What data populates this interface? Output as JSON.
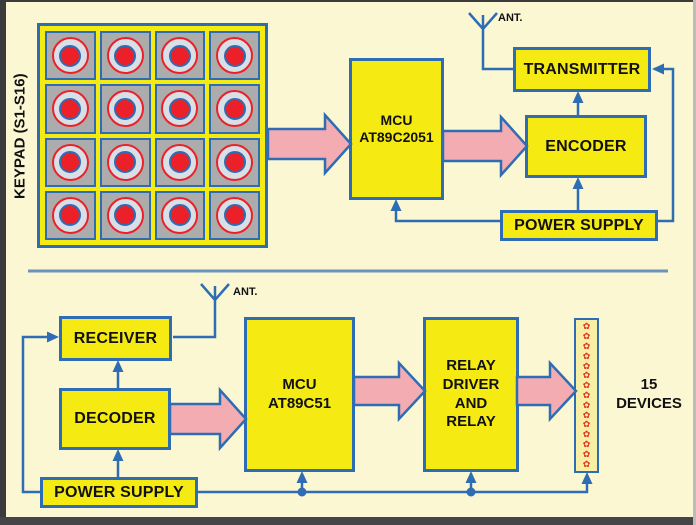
{
  "colors": {
    "background": "#FBF7D2",
    "block_fill": "#F5EB13",
    "block_border": "#2E6DB4",
    "wire_blue": "#2E6DB4",
    "divider_blue": "#6C93B8",
    "flow_arrow_pink": "#F2ACB2",
    "key_red": "#EC2028",
    "key_gray": "#ACACAC",
    "device_glyph_red": "#E03020"
  },
  "transmitter_section": {
    "keypad": {
      "label": "KEYPAD (S1-S16)",
      "rows": 4,
      "cols": 4
    },
    "antenna_label": "ANT.",
    "mcu": {
      "line1": "MCU",
      "line2": "AT89C2051"
    },
    "transmitter_label": "TRANSMITTER",
    "encoder_label": "ENCODER",
    "power_supply_label": "POWER SUPPLY"
  },
  "receiver_section": {
    "antenna_label": "ANT.",
    "receiver_label": "RECEIVER",
    "decoder_label": "DECODER",
    "mcu": {
      "line1": "MCU",
      "line2": "AT89C51"
    },
    "relay_block": {
      "lines": [
        "RELAY",
        "DRIVER",
        "AND",
        "RELAY"
      ]
    },
    "power_supply_label": "POWER SUPPLY",
    "devices_strip": {
      "count": 15,
      "glyph": "✿"
    },
    "devices_label": {
      "line1": "15",
      "line2": "DEVICES"
    }
  }
}
